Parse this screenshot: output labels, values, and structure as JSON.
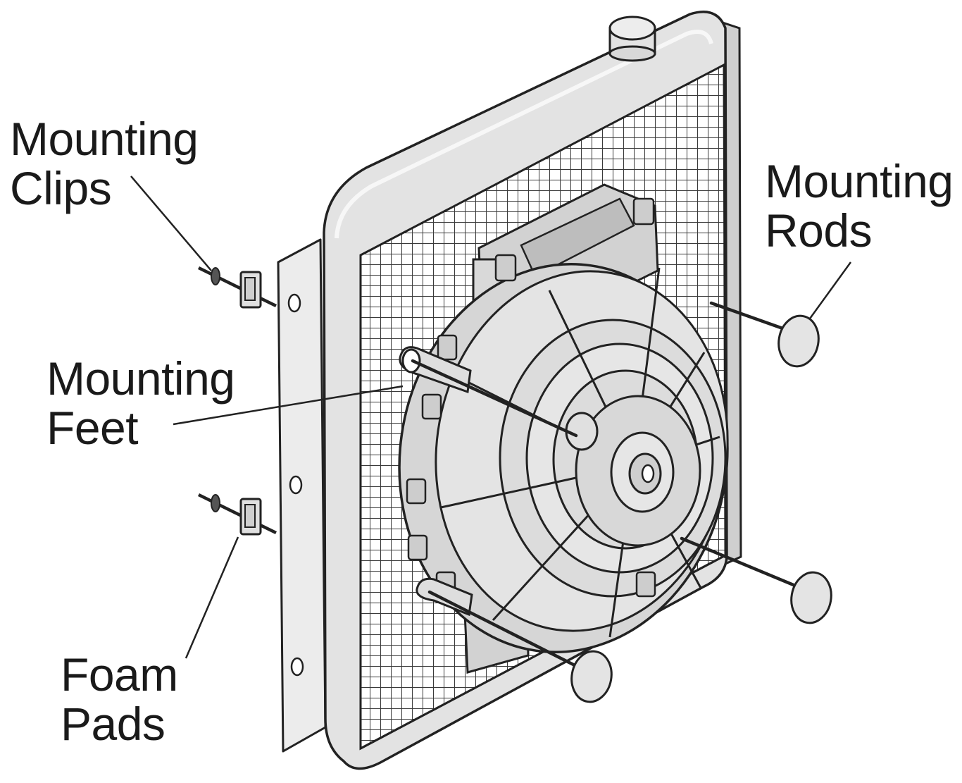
{
  "labels": {
    "mounting_clips": [
      "Mounting",
      "Clips"
    ],
    "mounting_feet": [
      "Mounting",
      "Feet"
    ],
    "foam_pads": [
      "Foam",
      "Pads"
    ],
    "mounting_rods": [
      "Mounting",
      "Rods"
    ]
  },
  "colors": {
    "line": "#222222",
    "body": "#e6e6e6",
    "shadow": "#bdbdbd",
    "fan": "#d0d0d0",
    "grid": "#333333"
  }
}
